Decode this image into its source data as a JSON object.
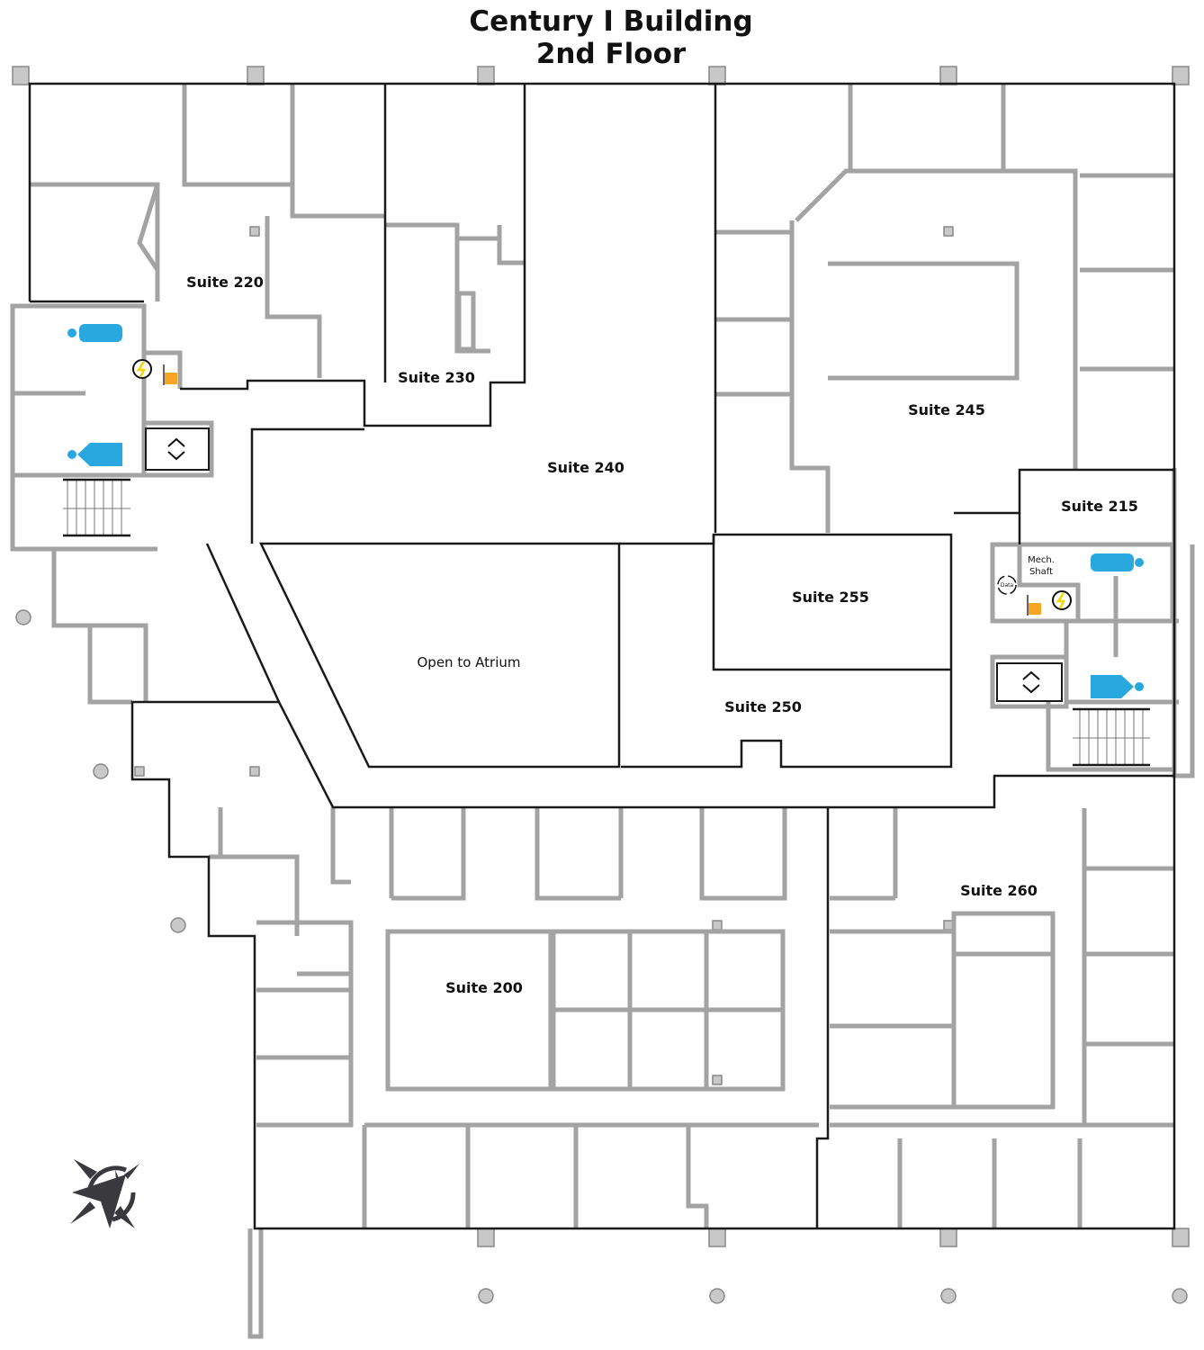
{
  "title": {
    "line1": "Century I Building",
    "line2": "2nd Floor"
  },
  "rooms": {
    "suite_220": "Suite 220",
    "suite_230": "Suite 230",
    "suite_240": "Suite 240",
    "suite_245": "Suite 245",
    "suite_215": "Suite 215",
    "suite_255": "Suite 255",
    "atrium": "Open to Atrium",
    "suite_250": "Suite 250",
    "suite_260": "Suite 260",
    "suite_200": "Suite 200",
    "mech_shaft_1": "Mech.",
    "mech_shaft_2": "Shaft",
    "data": "Data"
  },
  "colors": {
    "restroom": "#29a8e0",
    "electrical": "#f2d600",
    "janitor": "#f5a623",
    "wall": "#a3a3a3",
    "boundary": "#1a1a1a"
  }
}
